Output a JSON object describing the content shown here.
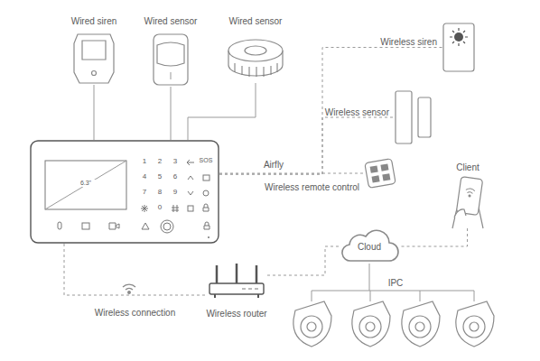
{
  "diagram": {
    "nodes": [
      {
        "text": [
          "Wired siren"
        ]
      },
      {
        "text": [
          "Wired sensor"
        ]
      },
      {
        "text": [
          "Wired sensor"
        ]
      },
      {
        "text": [
          "6.3\"",
          "1",
          "2",
          "3",
          "4",
          "5",
          "6",
          "7",
          "8",
          "9",
          "0",
          "SOS"
        ]
      },
      {
        "text": [
          "Wireless siren"
        ]
      },
      {
        "text": [
          "Wireless sensor"
        ]
      },
      {
        "text": [
          "Wireless remote control"
        ]
      },
      {
        "text": [
          "Client"
        ]
      },
      {
        "text": [
          "Cloud"
        ]
      },
      {
        "text": [
          "Wireless router"
        ]
      },
      {
        "text": [
          "IPC"
        ]
      }
    ],
    "edges": [
      {
        "from": 0,
        "to": 3,
        "arrow": "none"
      },
      {
        "from": 1,
        "to": 3,
        "arrow": "none"
      },
      {
        "from": 2,
        "to": 3,
        "arrow": "none"
      },
      {
        "from": 3,
        "to": 4,
        "arrow": "none"
      },
      {
        "from": 3,
        "to": 5,
        "arrow": "none"
      },
      {
        "from": 3,
        "to": 6,
        "label": "Airfly",
        "arrow": "none"
      },
      {
        "from": 3,
        "to": 9,
        "label": "Wireless connection",
        "arrow": "none"
      },
      {
        "from": 9,
        "to": 8,
        "arrow": "none"
      },
      {
        "from": 7,
        "to": 8,
        "arrow": "none"
      },
      {
        "from": 8,
        "to": 10,
        "arrow": "none"
      }
    ]
  }
}
